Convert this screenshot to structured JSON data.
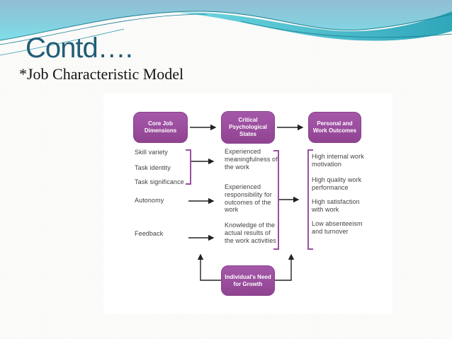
{
  "slide": {
    "title": "Contd….",
    "subtitle": "*Job Characteristic Model"
  },
  "diagram": {
    "header_boxes": [
      "Core Job Dimensions",
      "Critical Psychological States",
      "Personal and Work Outcomes"
    ],
    "growth_box": "Individual's Need for Growth",
    "core_dimensions": [
      "Skill variety",
      "Task identity",
      "Task significance",
      "Autonomy",
      "Feedback"
    ],
    "psychological_states": [
      "Experienced meaningfulness of the work",
      "Experienced responsibility for outcomes of the work",
      "Knowledge of the actual results of the work activities"
    ],
    "outcomes": [
      "High internal work motivation",
      "High quality work performance",
      "High satisfaction with work",
      "Low absenteeism and turnover"
    ]
  },
  "colors": {
    "box_purple": "#9c4fa0",
    "bracket_purple": "#9c4fa0",
    "arrow_black": "#222222",
    "title_teal": "#205d76",
    "wave_teal": "#2fa9c0",
    "wave_sky": "#8fc0d8"
  }
}
